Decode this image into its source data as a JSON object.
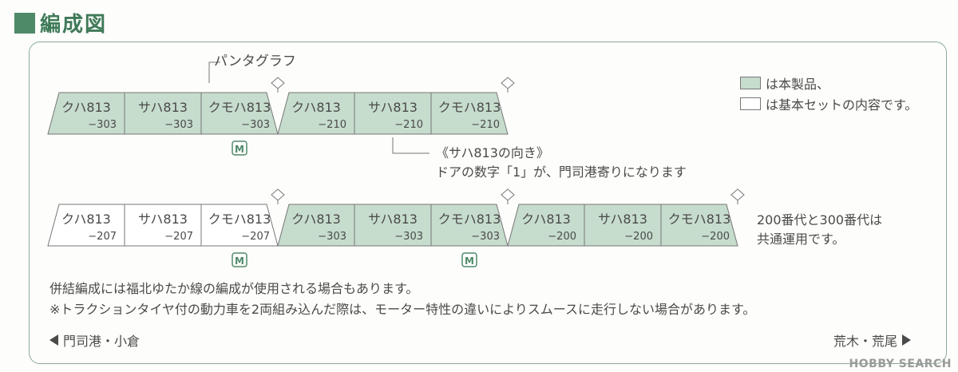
{
  "title": "編成図",
  "colors": {
    "product": "#c6dccd",
    "basic": "#ffffff",
    "accent": "#4f8a68",
    "stroke": "#777777"
  },
  "pantograph_label": "パンタグラフ",
  "motor_mark": "M",
  "legend": [
    {
      "label": "は本製品、",
      "fill": "product"
    },
    {
      "label": "は基本セットの内容です。",
      "fill": "basic"
    }
  ],
  "orientation_note": {
    "heading": "《サハ813の向き》",
    "body": "ドアの数字「1」が、門司港寄りになります"
  },
  "shared_use_note": [
    "200番代と300番代は",
    "共通運用です。"
  ],
  "notes": [
    "併結編成には福北ゆたか線の編成が使用される場合もあります。",
    "※トラクションタイヤ付の動力車を2両組み込んだ際は、モーター特性の違いによりスムースに走行しない場合があります。"
  ],
  "direction_left": "門司港・小倉",
  "direction_right": "荒木・荒尾",
  "watermark": "HOBBY SEARCH",
  "trains": [
    {
      "cars": [
        {
          "name": "クハ813",
          "number": "−303",
          "fill": "product",
          "nose": "left"
        },
        {
          "name": "サハ813",
          "number": "−303",
          "fill": "product",
          "nose": ""
        },
        {
          "name": "クモハ813",
          "number": "−303",
          "fill": "product",
          "nose": "right",
          "pantograph": true,
          "motor": true
        },
        {
          "name": "クハ813",
          "number": "−210",
          "fill": "product",
          "nose": "left"
        },
        {
          "name": "サハ813",
          "number": "−210",
          "fill": "product",
          "nose": ""
        },
        {
          "name": "クモハ813",
          "number": "−210",
          "fill": "product",
          "nose": "right",
          "pantograph": true
        }
      ]
    },
    {
      "cars": [
        {
          "name": "クハ813",
          "number": "−207",
          "fill": "basic",
          "nose": "left"
        },
        {
          "name": "サハ813",
          "number": "−207",
          "fill": "basic",
          "nose": ""
        },
        {
          "name": "クモハ813",
          "number": "−207",
          "fill": "basic",
          "nose": "right",
          "pantograph": true,
          "motor": true
        },
        {
          "name": "クハ813",
          "number": "−303",
          "fill": "product",
          "nose": "left"
        },
        {
          "name": "サハ813",
          "number": "−303",
          "fill": "product",
          "nose": ""
        },
        {
          "name": "クモハ813",
          "number": "−303",
          "fill": "product",
          "nose": "right",
          "pantograph": true,
          "motor": true
        },
        {
          "name": "クハ813",
          "number": "−200",
          "fill": "product",
          "nose": "left"
        },
        {
          "name": "サハ813",
          "number": "−200",
          "fill": "product",
          "nose": ""
        },
        {
          "name": "クモハ813",
          "number": "−200",
          "fill": "product",
          "nose": "right",
          "pantograph": true
        }
      ]
    }
  ]
}
